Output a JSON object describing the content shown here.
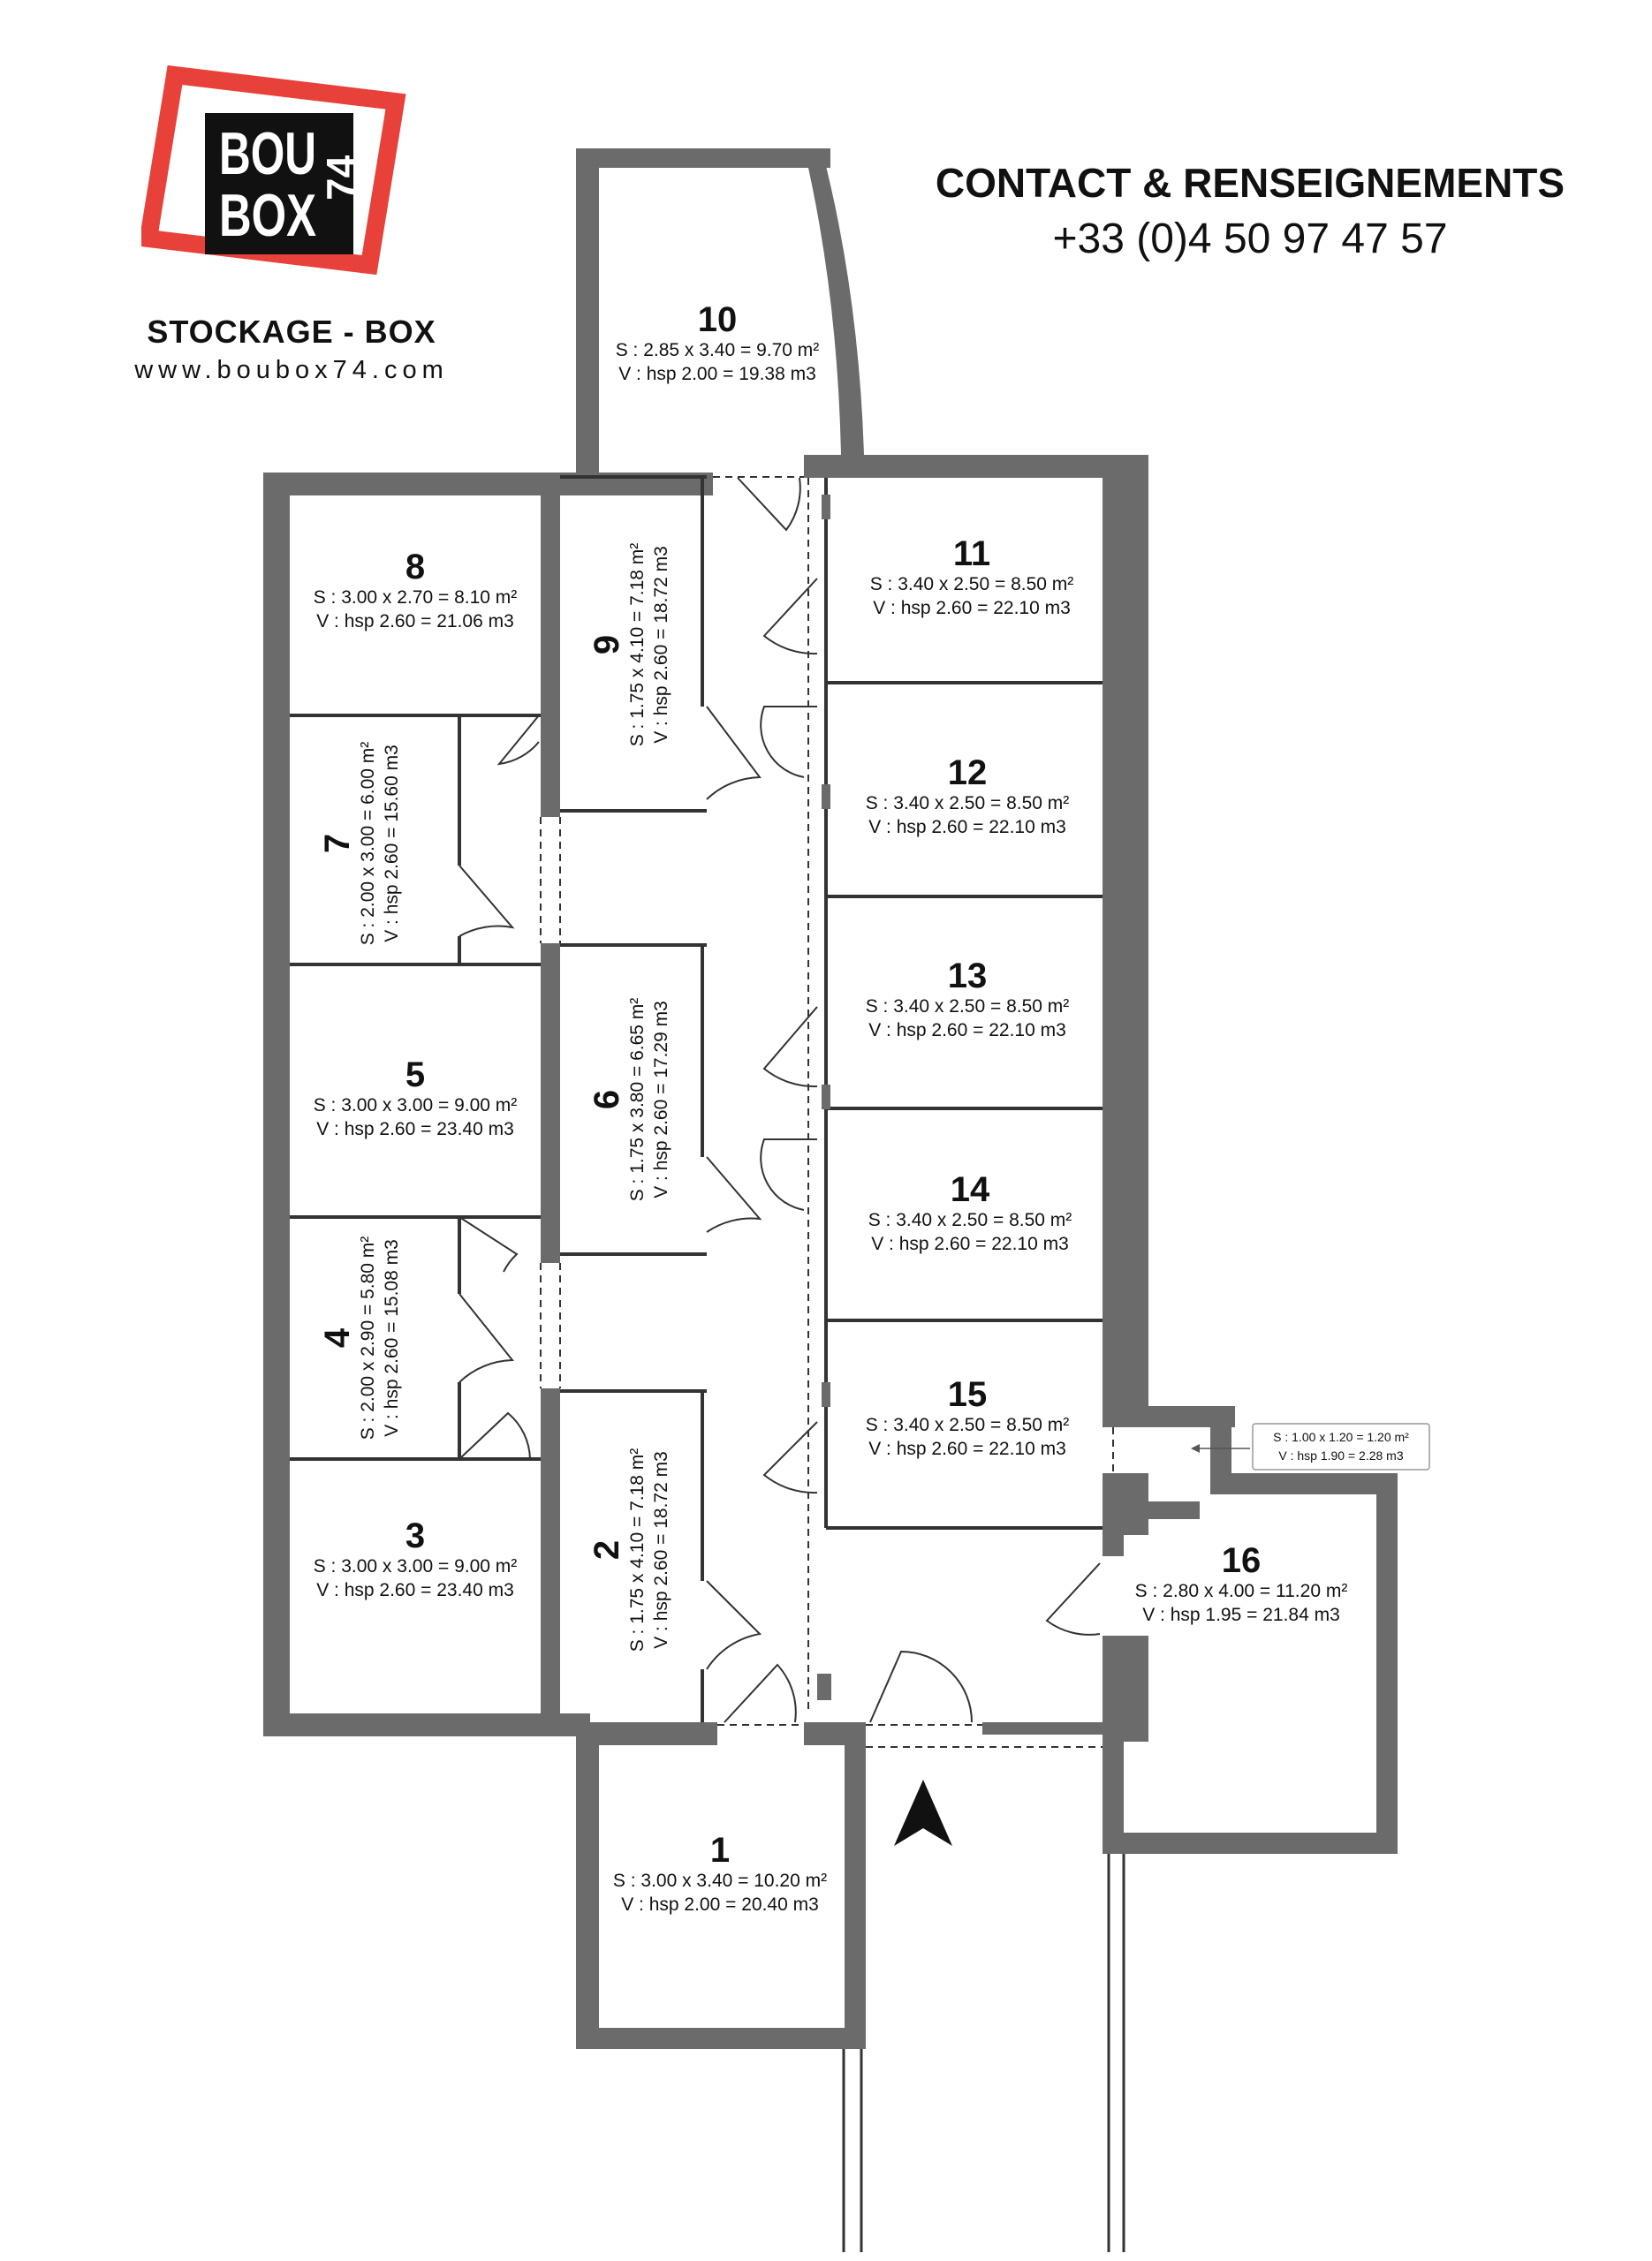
{
  "brand": {
    "logo_line1": "BOU",
    "logo_line2": "BOX",
    "logo_number": "74",
    "tagline": "STOCKAGE - BOX",
    "website": "www.boubox74.com",
    "frame_color": "#e8413a",
    "block_color": "#111111"
  },
  "contact": {
    "title": "CONTACT & RENSEIGNEMENTS",
    "phone": "+33 (0)4 50 97 47 57"
  },
  "colors": {
    "wall": "#6b6b6b",
    "floor": "#ffffff",
    "line": "#333333"
  },
  "rooms": [
    {
      "id": "1",
      "surface": "S : 3.00 x 3.40 = 10.20 m²",
      "volume": "V :  hsp 2.00 = 20.40 m3"
    },
    {
      "id": "2",
      "surface": "S : 1.75 x 4.10 = 7.18 m²",
      "volume": "V :  hsp 2.60 = 18.72 m3"
    },
    {
      "id": "3",
      "surface": "S : 3.00 x 3.00 = 9.00 m²",
      "volume": "V :  hsp 2.60 = 23.40 m3"
    },
    {
      "id": "4",
      "surface": "S : 2.00 x 2.90 = 5.80 m²",
      "volume": "V :  hsp 2.60 = 15.08 m3"
    },
    {
      "id": "5",
      "surface": "S : 3.00 x 3.00 = 9.00 m²",
      "volume": "V :  hsp 2.60 = 23.40 m3"
    },
    {
      "id": "6",
      "surface": "S : 1.75 x 3.80 = 6.65 m²",
      "volume": "V :  hsp 2.60 = 17.29 m3"
    },
    {
      "id": "7",
      "surface": "S : 2.00 x 3.00 = 6.00 m²",
      "volume": "V :  hsp 2.60 = 15.60 m3"
    },
    {
      "id": "8",
      "surface": "S : 3.00 x 2.70 = 8.10 m²",
      "volume": "V :  hsp 2.60 = 21.06 m3"
    },
    {
      "id": "9",
      "surface": "S : 1.75 x 4.10 = 7.18 m²",
      "volume": "V :  hsp 2.60 = 18.72 m3"
    },
    {
      "id": "10",
      "surface": "S : 2.85 x 3.40 = 9.70 m²",
      "volume": "V :  hsp 2.00   = 19.38 m3"
    },
    {
      "id": "11",
      "surface": "S : 3.40 x 2.50 = 8.50 m²",
      "volume": "V :  hsp 2.60    = 22.10 m3"
    },
    {
      "id": "12",
      "surface": "S : 3.40 x 2.50 = 8.50 m²",
      "volume": "V :  hsp 2.60    = 22.10 m3"
    },
    {
      "id": "13",
      "surface": "S : 3.40 x 2.50 = 8.50 m²",
      "volume": "V :  hsp 2.60    = 22.10 m3"
    },
    {
      "id": "14",
      "surface": "S : 3.40 x 2.50 = 8.50 m²",
      "volume": "V :  hsp 2.60    = 22.10 m3"
    },
    {
      "id": "15",
      "surface": "S : 3.40 x 2.50 = 8.50 m²",
      "volume": "V :  hsp 2.60    = 22.10 m3"
    },
    {
      "id": "16",
      "surface": "S : 2.80 x 4.00 = 11.20 m²",
      "volume": "V :  hsp 1.95  = 21.84 m3"
    }
  ],
  "annex": {
    "surface": "S : 1.00 x 1.20 = 1.20 m²",
    "volume": "V :  hsp 1.90    = 2.28 m3"
  }
}
